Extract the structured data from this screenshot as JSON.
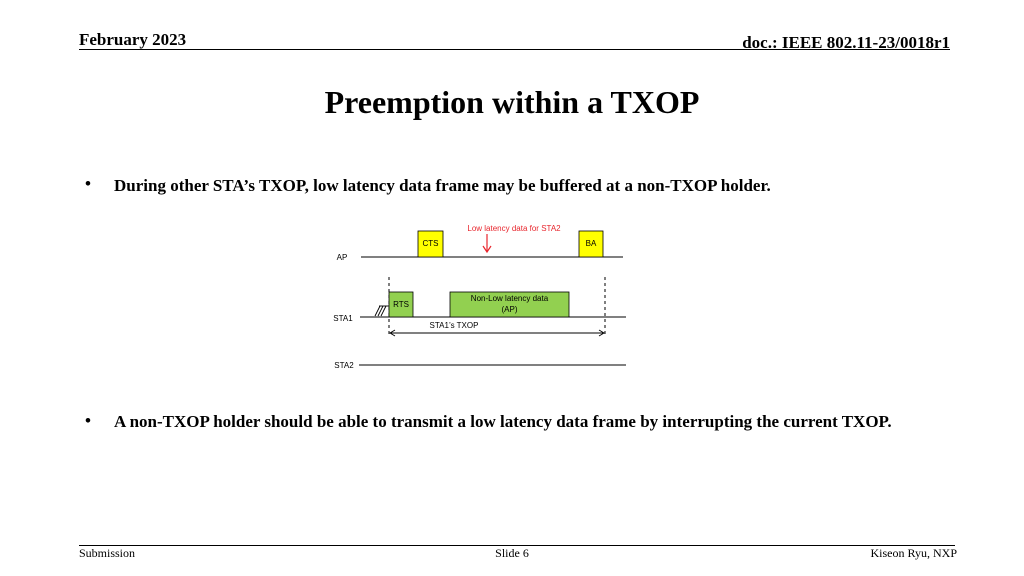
{
  "header": {
    "date": "February 2023",
    "doc": "doc.: IEEE 802.11-23/0018r1"
  },
  "title": "Preemption within a TXOP",
  "bullets": [
    {
      "marker": "•",
      "text": "During other STA’s TXOP, low latency data frame may be buffered at a non-TXOP holder."
    },
    {
      "marker": "•",
      "text": "A non-TXOP holder should be able to transmit a low latency data frame by interrupting the current TXOP."
    }
  ],
  "diagram": {
    "annotation": "Low latency data for STA2",
    "rows": {
      "ap": "AP",
      "sta1": "STA1",
      "sta2": "STA2"
    },
    "frames": {
      "cts": "CTS",
      "ba": "BA",
      "rts": "RTS",
      "data_line1": "Non-Low latency data",
      "data_line2": "(AP)"
    },
    "txop_label": "STA1’s TXOP",
    "colors": {
      "yellow": "#ffff00",
      "green": "#92d050",
      "arrow": "#e8262d"
    }
  },
  "footer": {
    "left": "Submission",
    "center": "Slide 6",
    "right": "Kiseon Ryu, NXP"
  }
}
